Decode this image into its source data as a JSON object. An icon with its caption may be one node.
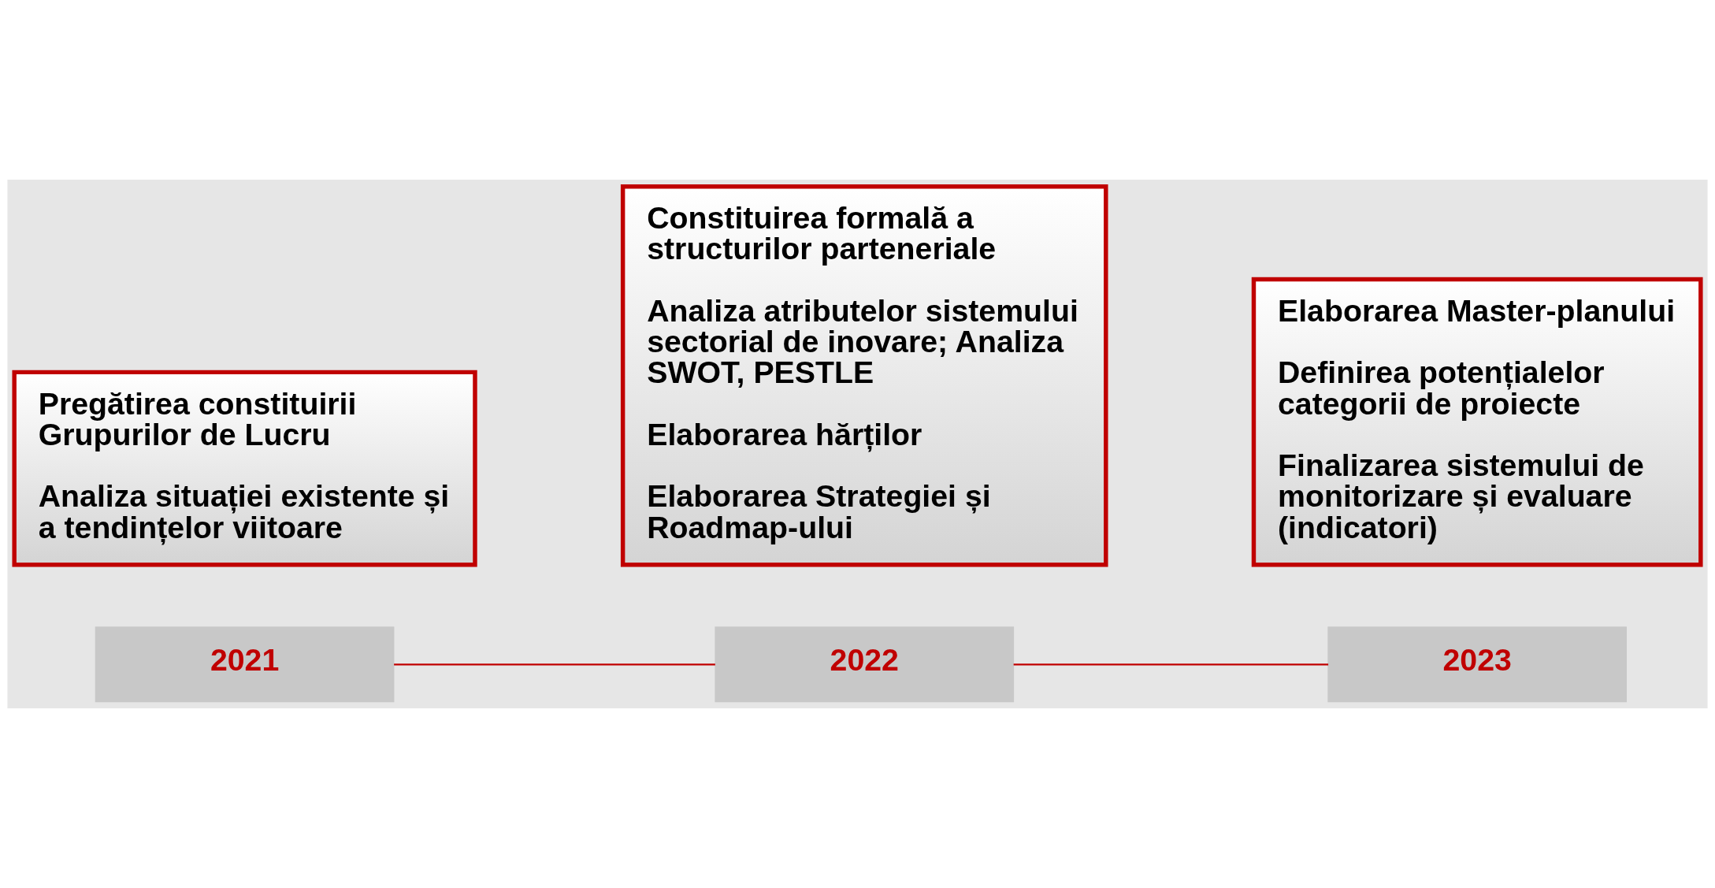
{
  "diagram": {
    "nodes": [
      {
        "text": [
          "2021"
        ]
      },
      {
        "text": [
          "Pregătirea constituirii Grupurilor de Lucru",
          "Analiza situației existente și a tendințelor viitoare"
        ]
      },
      {
        "text": [
          "2022"
        ]
      },
      {
        "text": [
          "Constituirea formală a structurilor parteneriale",
          "Analiza atributelor sistemului sectorial de inovare; Analiza SWOT, PESTLE",
          "Elaborarea hărților",
          "Elaborarea Strategiei și Roadmap-ului"
        ]
      },
      {
        "text": [
          "2023"
        ]
      },
      {
        "text": [
          "Elaborarea Master-planului",
          "Definirea potențialelor categorii de proiecte",
          "Finalizarea sistemului de monitorizare și evaluare (indicatori)"
        ]
      }
    ],
    "edges": [
      {
        "from": 0,
        "to": 2,
        "arrow": "none"
      },
      {
        "from": 2,
        "to": 4,
        "arrow": "none"
      }
    ]
  }
}
